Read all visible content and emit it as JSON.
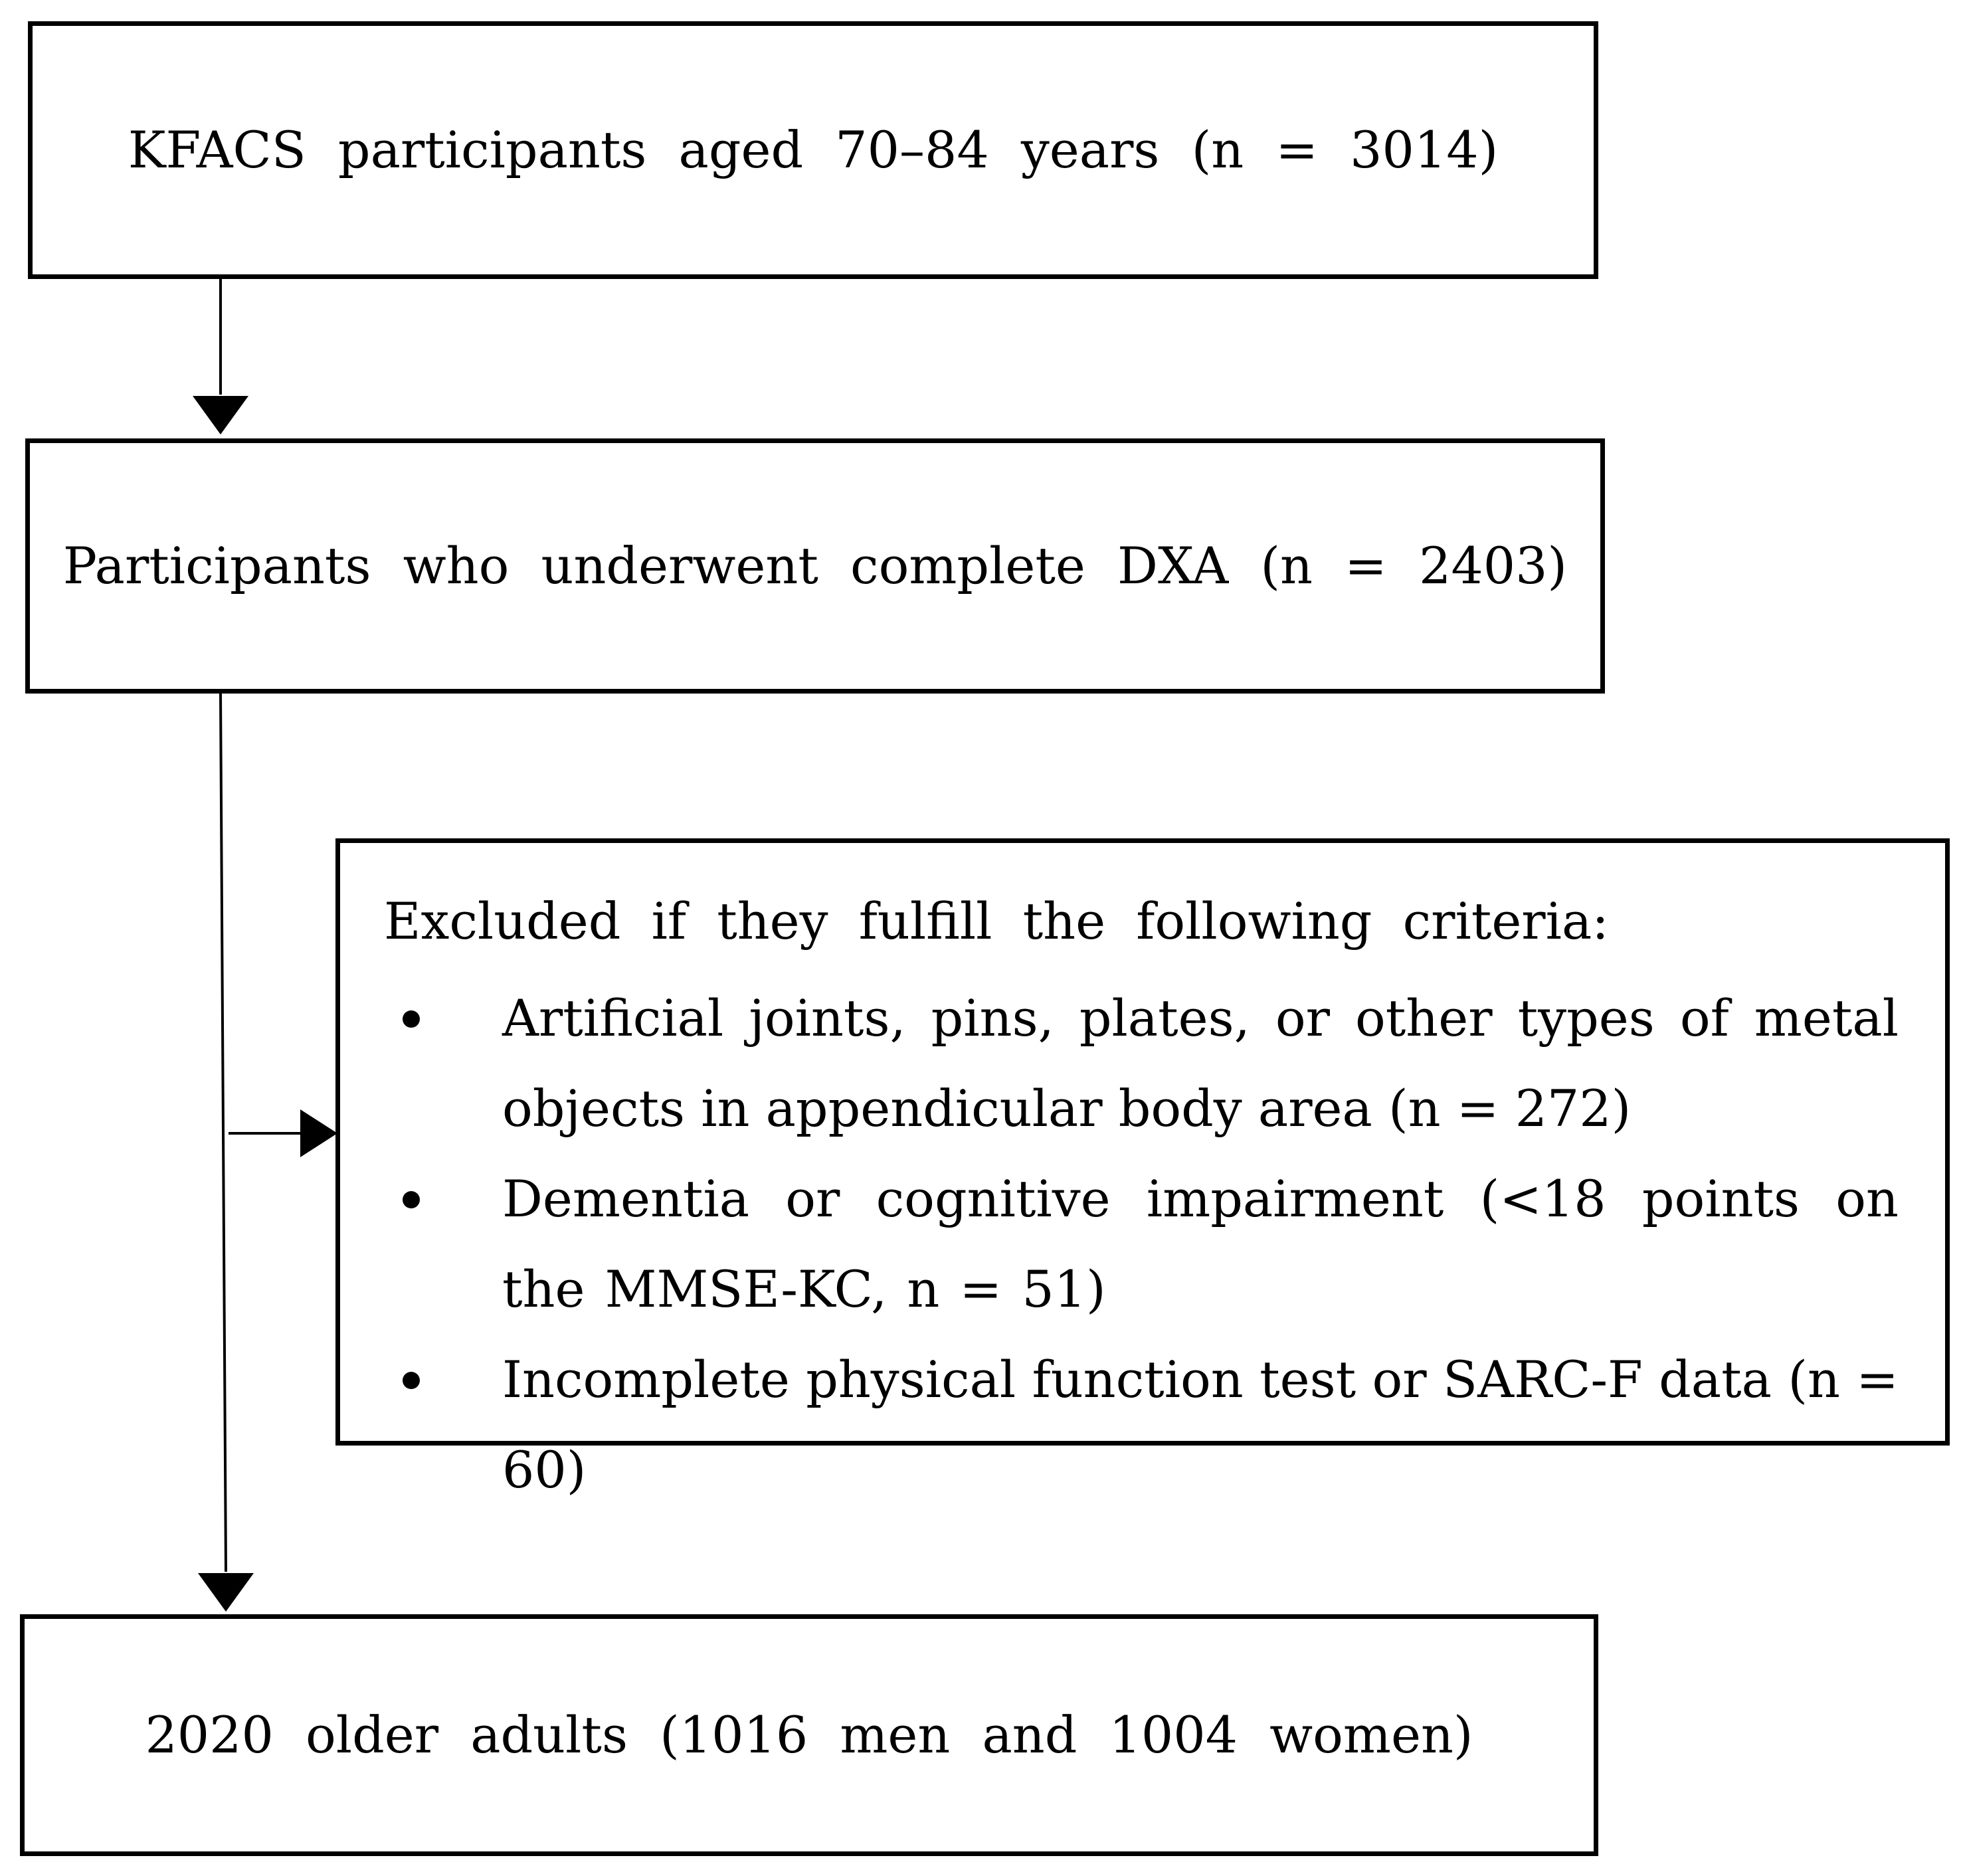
{
  "flowchart": {
    "step_1": "KFACS participants aged 70–84 years (n = 3014)",
    "step_2": "Participants who underwent complete DXA (n = 2403)",
    "exclusion": {
      "heading": "Excluded if they fulfill the following criteria:",
      "criteria": [
        "Artificial joints, pins, plates, or other types of metal objects in appendicular body area (n = 272)",
        "Dementia or cognitive impairment (<18 points on the MMSE-KC, n = 51)",
        "Incomplete physical function test or SARC-F data (n = 60)"
      ]
    },
    "step_final": "2020 older adults (1016 men and 1004 women)"
  },
  "colors": {
    "line": "#000000",
    "background": "#ffffff"
  }
}
